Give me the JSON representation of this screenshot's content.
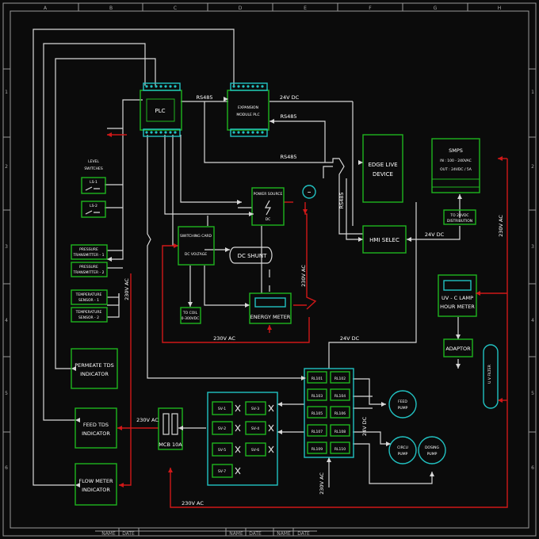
{
  "grid": {
    "columns": [
      "A",
      "B",
      "C",
      "D",
      "E",
      "F",
      "G",
      "H"
    ],
    "rows": [
      "1",
      "2",
      "3",
      "4",
      "5",
      "6"
    ]
  },
  "blocks": {
    "plc": "PLC",
    "expansion": [
      "EXPANSION",
      "MODULE PLC"
    ],
    "edge": [
      "EDGE LIVE",
      "DEVICE"
    ],
    "smps": [
      "SMPS",
      "IN : 100 - 240VAC",
      "OUT : 24VDC / 5A"
    ],
    "level_switches": [
      "LEVEL",
      "SWITCHES"
    ],
    "ls1": "LS-1",
    "ls2": "LS-2",
    "power_source": "POWER SOURCE",
    "dc": "DC",
    "switching": [
      "SWITCHING CARD",
      "DC VOLTAGE"
    ],
    "dc_shunt": "DC SHUNT",
    "to_coil": [
      "TO COIL",
      "0-300VDC"
    ],
    "energy_meter": "ENERGY METER",
    "hmi": "HMI SELEC",
    "to_dist": [
      "TO 24VDC",
      "DISTRIBUTION"
    ],
    "uv_lamp": [
      "UV - C LAMP",
      "HOUR METER"
    ],
    "adaptor": "ADAPTOR",
    "uv_filter": "U V FILTER",
    "pressure1": [
      "PRESSURE",
      "TRANSMITTER - 1"
    ],
    "pressure2": [
      "PRESSURE",
      "TRANSMITTER - 2"
    ],
    "temp1": [
      "TEMPERATURE",
      "SENSOR - 1"
    ],
    "temp2": [
      "TEMPERATURE",
      "SENSOR - 2"
    ],
    "permeate": [
      "PERMEATE TDS",
      "INDICATOR"
    ],
    "feed_tds": [
      "FEED TDS",
      "INDICATOR"
    ],
    "flow": [
      "FLOW METER",
      "INDICATOR"
    ],
    "mcb": "MCB 10A",
    "sv": [
      "SV-1",
      "SV-2",
      "SV-3",
      "SV-4",
      "SV-5",
      "SV-6",
      "SV-7"
    ],
    "relays": [
      "RL101",
      "RL102",
      "RL103",
      "RL104",
      "RL105",
      "RL106",
      "RL107",
      "RL108",
      "RL109",
      "RL110"
    ],
    "feed_pump": [
      "FEED",
      "PUMP"
    ],
    "circu_pump": [
      "CIRCU",
      "PUMP"
    ],
    "dosing_pump": [
      "DOSING",
      "PUMP"
    ]
  },
  "labels": {
    "rs485_1": "RS485",
    "rs485_2": "RS485",
    "rs485_3": "RS485",
    "rs485_v": "RS485",
    "v24dc_1": "24V DC",
    "v24dc_2": "24V DC",
    "v24dc_3": "24V DC",
    "v24dc_v": "24V DC",
    "v230ac_1": "230V AC",
    "v230ac_2": "230V AC",
    "v230ac_3": "230V AC",
    "v230ac_4": "230V AC",
    "v230ac_5": "230V AC",
    "v230ac_6": "230V AC",
    "v230ac_7": "230V AC"
  },
  "footer": [
    "NAME",
    "DATE",
    "NAME",
    "DATE",
    "NAME",
    "DATE"
  ]
}
